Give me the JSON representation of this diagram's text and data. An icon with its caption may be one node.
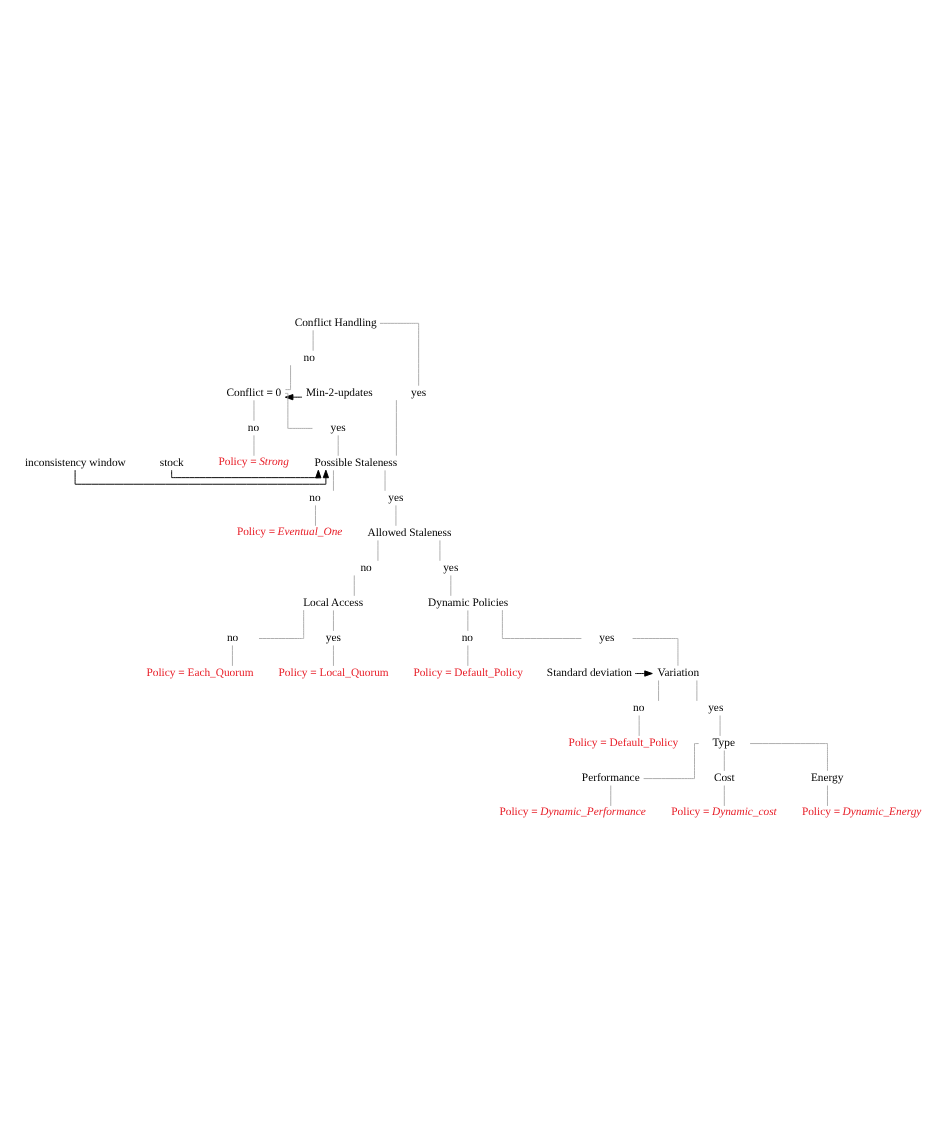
{
  "diagram": {
    "nodes": [
      {
        "text": [
          "Conflict Handling"
        ]
      },
      {
        "text": [
          "no"
        ]
      },
      {
        "text": [
          "yes"
        ]
      },
      {
        "text": [
          "Min-2-updates"
        ]
      },
      {
        "text": [
          "Conflict = 0"
        ]
      },
      {
        "text": [
          "no"
        ]
      },
      {
        "text": [
          "yes"
        ]
      },
      {
        "text": [
          "Policy = *Strong*"
        ]
      },
      {
        "text": [
          "Possible Staleness"
        ]
      },
      {
        "text": [
          "stock"
        ]
      },
      {
        "text": [
          "inconsistency window"
        ]
      },
      {
        "text": [
          "no"
        ]
      },
      {
        "text": [
          "yes"
        ]
      },
      {
        "text": [
          "Policy = *Eventual_One*"
        ]
      },
      {
        "text": [
          "Allowed Staleness"
        ]
      },
      {
        "text": [
          "no"
        ]
      },
      {
        "text": [
          "yes"
        ]
      },
      {
        "text": [
          "Local Access"
        ]
      },
      {
        "text": [
          "Dynamic Policies"
        ]
      },
      {
        "text": [
          "no"
        ]
      },
      {
        "text": [
          "yes"
        ]
      },
      {
        "text": [
          "Policy = Each_Quorum"
        ]
      },
      {
        "text": [
          "Policy = Local_Quorum"
        ]
      },
      {
        "text": [
          "no"
        ]
      },
      {
        "text": [
          "yes"
        ]
      },
      {
        "text": [
          "Policy = Default_Policy"
        ]
      },
      {
        "text": [
          "Standard deviation"
        ]
      },
      {
        "text": [
          "Variation"
        ]
      },
      {
        "text": [
          "no"
        ]
      },
      {
        "text": [
          "yes"
        ]
      },
      {
        "text": [
          "Policy = Default_Policy"
        ]
      },
      {
        "text": [
          "Type"
        ]
      },
      {
        "text": [
          "Performance"
        ]
      },
      {
        "text": [
          "Cost"
        ]
      },
      {
        "text": [
          "Energy"
        ]
      },
      {
        "text": [
          "Policy = *Dynamic_Performance*"
        ]
      },
      {
        "text": [
          "Policy = *Dynamic_cost*"
        ]
      },
      {
        "text": [
          "Policy = *Dynamic_Energy*"
        ]
      }
    ],
    "edges": [
      {
        "from": 0,
        "to": 1,
        "arrow": "none"
      },
      {
        "from": 0,
        "to": 2,
        "arrow": "none"
      },
      {
        "from": 1,
        "to": 4,
        "arrow": "none"
      },
      {
        "from": 3,
        "to": 4,
        "arrow": "to",
        "color": "#000000"
      },
      {
        "from": 4,
        "to": 5,
        "arrow": "none"
      },
      {
        "from": 4,
        "to": 6,
        "arrow": "none"
      },
      {
        "from": 5,
        "to": 7,
        "arrow": "none"
      },
      {
        "from": 6,
        "to": 8,
        "arrow": "none"
      },
      {
        "from": 2,
        "to": 8,
        "arrow": "none"
      },
      {
        "from": 9,
        "to": 8,
        "arrow": "to",
        "color": "#000000"
      },
      {
        "from": 10,
        "to": 8,
        "arrow": "to",
        "color": "#000000"
      },
      {
        "from": 8,
        "to": 11,
        "arrow": "none"
      },
      {
        "from": 8,
        "to": 12,
        "arrow": "none"
      },
      {
        "from": 11,
        "to": 13,
        "arrow": "none"
      },
      {
        "from": 12,
        "to": 14,
        "arrow": "none"
      },
      {
        "from": 14,
        "to": 15,
        "arrow": "none"
      },
      {
        "from": 14,
        "to": 16,
        "arrow": "none"
      },
      {
        "from": 15,
        "to": 17,
        "arrow": "none"
      },
      {
        "from": 16,
        "to": 18,
        "arrow": "none"
      },
      {
        "from": 17,
        "to": 19,
        "arrow": "none"
      },
      {
        "from": 17,
        "to": 20,
        "arrow": "none"
      },
      {
        "from": 19,
        "to": 21,
        "arrow": "none"
      },
      {
        "from": 20,
        "to": 22,
        "arrow": "none"
      },
      {
        "from": 18,
        "to": 23,
        "arrow": "none"
      },
      {
        "from": 18,
        "to": 24,
        "arrow": "none"
      },
      {
        "from": 23,
        "to": 25,
        "arrow": "none"
      },
      {
        "from": 24,
        "to": 27,
        "arrow": "none"
      },
      {
        "from": 26,
        "to": 27,
        "arrow": "to",
        "color": "#000000"
      },
      {
        "from": 27,
        "to": 28,
        "arrow": "none"
      },
      {
        "from": 27,
        "to": 29,
        "arrow": "none"
      },
      {
        "from": 28,
        "to": 30,
        "arrow": "none"
      },
      {
        "from": 29,
        "to": 31,
        "arrow": "none"
      },
      {
        "from": 31,
        "to": 32,
        "arrow": "none"
      },
      {
        "from": 31,
        "to": 33,
        "arrow": "none"
      },
      {
        "from": 31,
        "to": 34,
        "arrow": "none"
      },
      {
        "from": 32,
        "to": 35,
        "arrow": "none"
      },
      {
        "from": 33,
        "to": 36,
        "arrow": "none"
      },
      {
        "from": 34,
        "to": 37,
        "arrow": "none"
      }
    ]
  }
}
